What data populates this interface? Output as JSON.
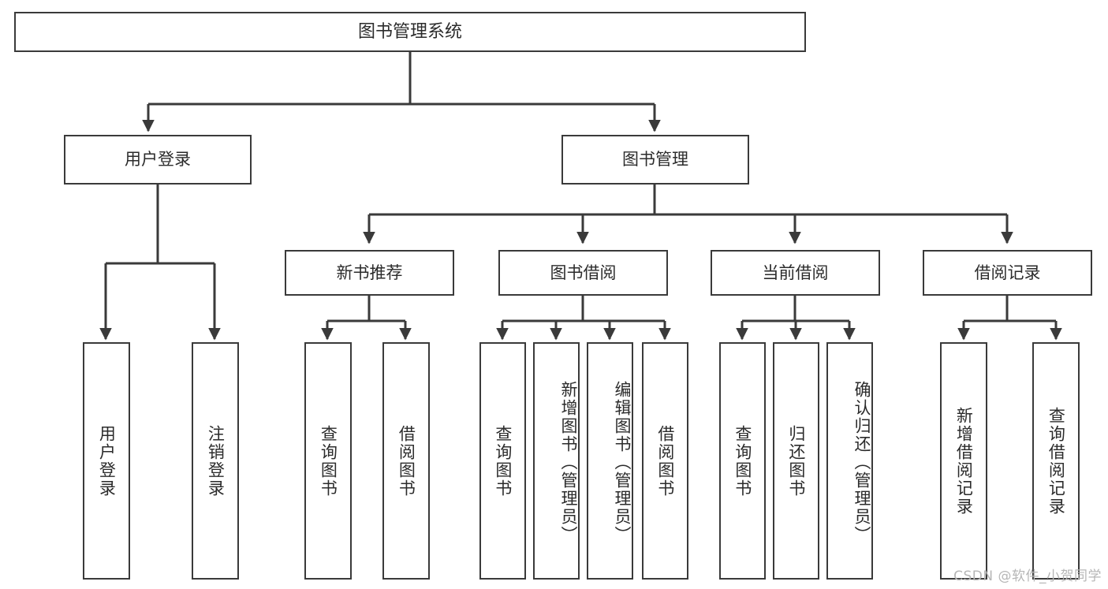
{
  "diagram": {
    "title": "图书管理系统",
    "type": "tree",
    "orientation": "top-down",
    "colors": {
      "box_border": "#3a3a3a",
      "box_fill": "#ffffff",
      "connector": "#3a3a3a",
      "text": "#2b2b2b",
      "watermark": "#b6b6b6",
      "background": "#ffffff"
    }
  },
  "root": {
    "label": "图书管理系统"
  },
  "level1": [
    {
      "id": "user-login",
      "label": "用户登录"
    },
    {
      "id": "book-manage",
      "label": "图书管理"
    }
  ],
  "level2": [
    {
      "id": "new-book-rec",
      "label": "新书推荐",
      "parent": "book-manage"
    },
    {
      "id": "book-borrow",
      "label": "图书借阅",
      "parent": "book-manage"
    },
    {
      "id": "current-borrow",
      "label": "当前借阅",
      "parent": "book-manage"
    },
    {
      "id": "borrow-record",
      "label": "借阅记录",
      "parent": "book-manage"
    }
  ],
  "leaves": {
    "user-login": [
      {
        "id": "leaf-user-login",
        "label": "用户登录"
      },
      {
        "id": "leaf-logout",
        "label": "注销登录"
      }
    ],
    "new-book-rec": [
      {
        "id": "leaf-query-book-1",
        "label": "查询图书"
      },
      {
        "id": "leaf-borrow-book-1",
        "label": "借阅图书"
      }
    ],
    "book-borrow": [
      {
        "id": "leaf-query-book-2",
        "label": "查询图书"
      },
      {
        "id": "leaf-add-book",
        "label": "新增图书（管理员）"
      },
      {
        "id": "leaf-edit-book",
        "label": "编辑图书（管理员）"
      },
      {
        "id": "leaf-borrow-book-2",
        "label": "借阅图书"
      }
    ],
    "current-borrow": [
      {
        "id": "leaf-query-book-3",
        "label": "查询图书"
      },
      {
        "id": "leaf-return-book",
        "label": "归还图书"
      },
      {
        "id": "leaf-confirm-return",
        "label": "确认归还（管理员）"
      }
    ],
    "borrow-record": [
      {
        "id": "leaf-add-record",
        "label": "新增借阅记录"
      },
      {
        "id": "leaf-query-record",
        "label": "查询借阅记录"
      }
    ]
  },
  "watermark": {
    "text": "CSDN @软件_小贺同学"
  }
}
